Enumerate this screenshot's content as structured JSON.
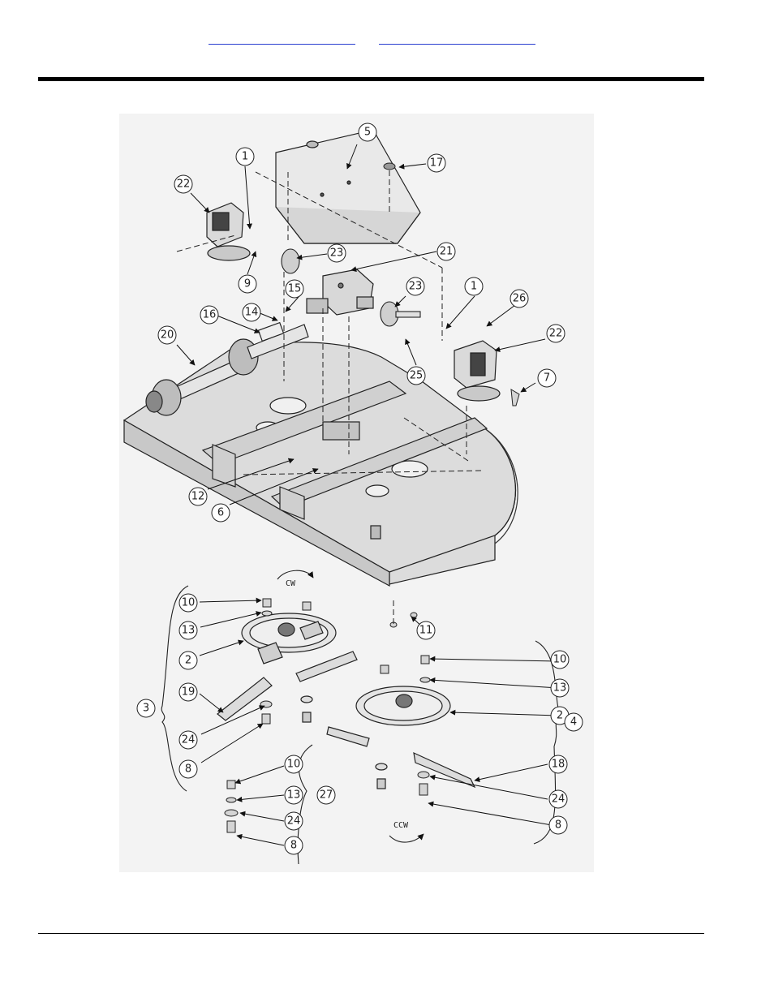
{
  "header": {
    "links": [
      "",
      ""
    ]
  },
  "diagram": {
    "callouts": [
      {
        "id": "c1a",
        "label": "1"
      },
      {
        "id": "c1b",
        "label": "1"
      },
      {
        "id": "c2a",
        "label": "2"
      },
      {
        "id": "c2b",
        "label": "2"
      },
      {
        "id": "c3",
        "label": "3"
      },
      {
        "id": "c4",
        "label": "4"
      },
      {
        "id": "c5",
        "label": "5"
      },
      {
        "id": "c6",
        "label": "6"
      },
      {
        "id": "c7",
        "label": "7"
      },
      {
        "id": "c8a",
        "label": "8"
      },
      {
        "id": "c8b",
        "label": "8"
      },
      {
        "id": "c8c",
        "label": "8"
      },
      {
        "id": "c9",
        "label": "9"
      },
      {
        "id": "c10a",
        "label": "10"
      },
      {
        "id": "c10b",
        "label": "10"
      },
      {
        "id": "c10c",
        "label": "10"
      },
      {
        "id": "c11",
        "label": "11"
      },
      {
        "id": "c12",
        "label": "12"
      },
      {
        "id": "c13a",
        "label": "13"
      },
      {
        "id": "c13b",
        "label": "13"
      },
      {
        "id": "c13c",
        "label": "13"
      },
      {
        "id": "c14",
        "label": "14"
      },
      {
        "id": "c15",
        "label": "15"
      },
      {
        "id": "c16",
        "label": "16"
      },
      {
        "id": "c17",
        "label": "17"
      },
      {
        "id": "c18",
        "label": "18"
      },
      {
        "id": "c19",
        "label": "19"
      },
      {
        "id": "c20",
        "label": "20"
      },
      {
        "id": "c21",
        "label": "21"
      },
      {
        "id": "c22a",
        "label": "22"
      },
      {
        "id": "c22b",
        "label": "22"
      },
      {
        "id": "c23a",
        "label": "23"
      },
      {
        "id": "c23b",
        "label": "23"
      },
      {
        "id": "c24a",
        "label": "24"
      },
      {
        "id": "c24b",
        "label": "24"
      },
      {
        "id": "c24c",
        "label": "24"
      },
      {
        "id": "c25",
        "label": "25"
      },
      {
        "id": "c26",
        "label": "26"
      },
      {
        "id": "c27",
        "label": "27"
      }
    ],
    "rotation_labels": {
      "cw": "CW",
      "ccw": "CCW"
    }
  }
}
